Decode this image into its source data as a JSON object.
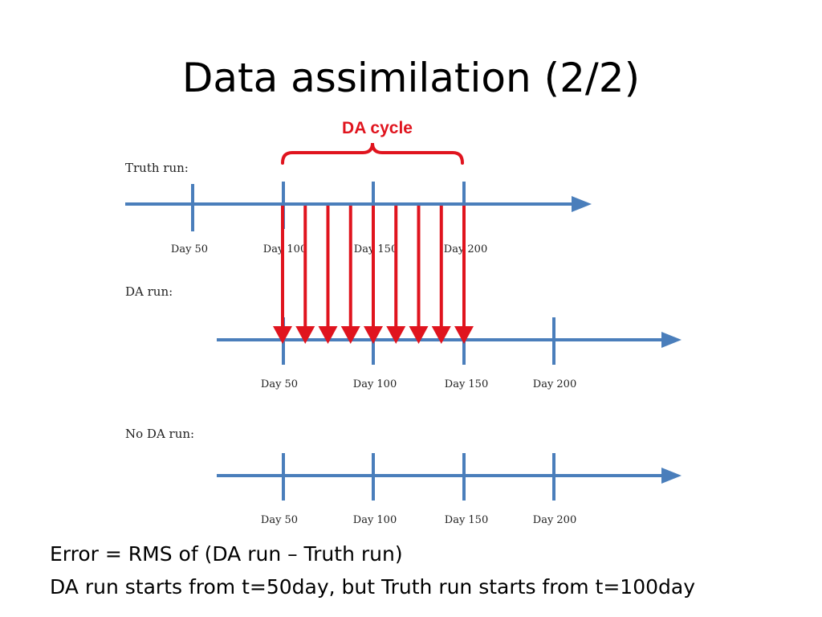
{
  "slide": {
    "title": "Data assimilation (2/2)"
  },
  "diagram": {
    "cycle_label": "DA cycle",
    "timelines": [
      {
        "label": "Truth run:",
        "ticks": [
          "Day 50",
          "Day 100",
          "Day 150",
          "Day 200"
        ]
      },
      {
        "label": "DA run:",
        "ticks": [
          "Day 50",
          "Day 100",
          "Day 150",
          "Day 200"
        ]
      },
      {
        "label": "No DA run:",
        "ticks": [
          "Day 50",
          "Day 100",
          "Day 150",
          "Day 200"
        ]
      }
    ],
    "assimilation_arrow_count": 9,
    "colors": {
      "timeline": "#4a7ebb",
      "assimilation": "#e0141e"
    }
  },
  "notes": [
    "Error = RMS of (DA run – Truth run)",
    "DA run starts from t=50day, but Truth run starts from t=100day"
  ]
}
